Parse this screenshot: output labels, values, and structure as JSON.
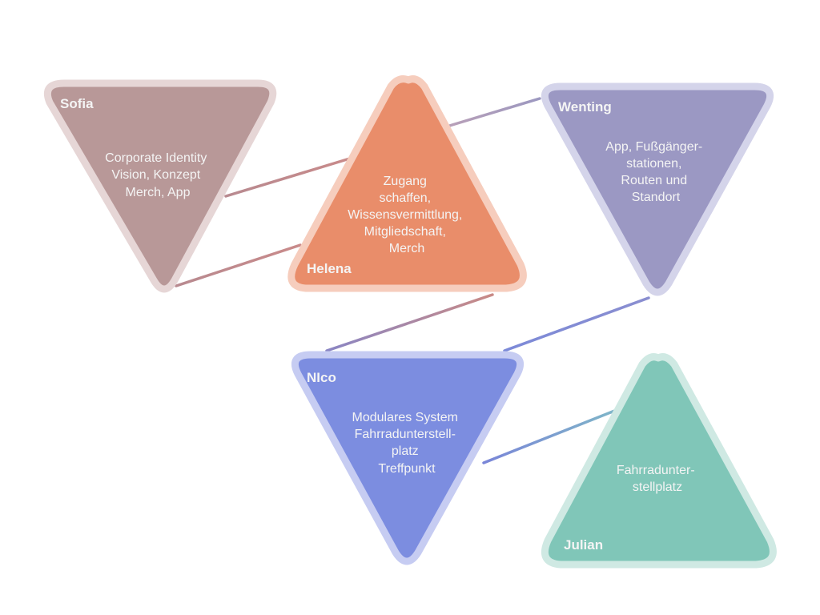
{
  "colors": {
    "sofia": "#b89898",
    "helena": "#e98d6a",
    "wenting": "#9b98c3",
    "nico": "#7c8de0",
    "julian": "#80c6b8"
  },
  "people": {
    "sofia": {
      "name": "Sofia",
      "lines": [
        "Corporate Identity",
        "Vision, Konzept",
        "Merch, App"
      ]
    },
    "helena": {
      "name": "Helena",
      "lines": [
        "Zugang",
        "schaffen,",
        "Wissensvermittlung,",
        "Mitgliedschaft,",
        "Merch"
      ]
    },
    "wenting": {
      "name": "Wenting",
      "lines": [
        "App, Fußgänger-",
        "stationen,",
        "Routen und",
        "Standort"
      ]
    },
    "nico": {
      "name": "NIco",
      "lines": [
        "Modulares System",
        "Fahrradunterstell-",
        "platz",
        "Treffpunkt"
      ]
    },
    "julian": {
      "name": "Julian",
      "lines": [
        "Fahrradunter-",
        "stellplatz"
      ]
    }
  }
}
